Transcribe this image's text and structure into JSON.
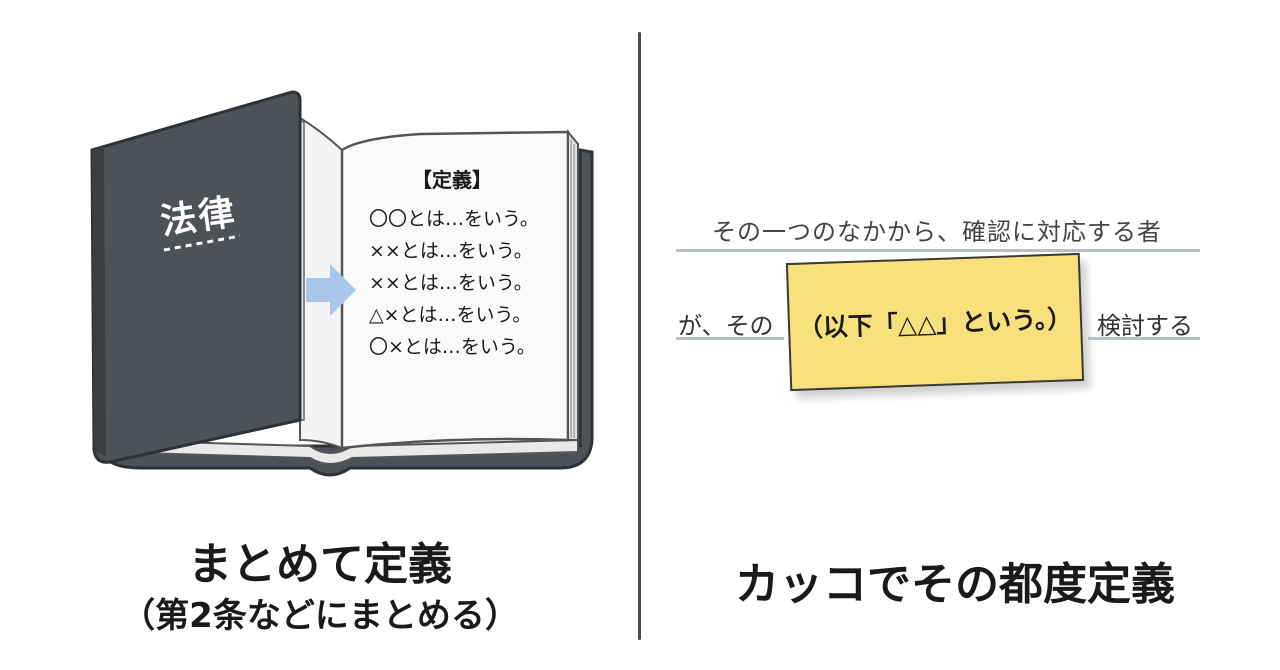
{
  "left": {
    "book_cover_title": "法律",
    "page_heading": "【定義】",
    "definition_lines": [
      "〇〇とは…をいう。",
      "××とは…をいう。",
      "××とは…をいう。",
      "△×とは…をいう。",
      "〇×とは…をいう。"
    ],
    "caption_line1": "まとめて定義",
    "caption_line2": "（第2条などにまとめる）"
  },
  "right": {
    "sentence_top": "その一つのなかから、確認に対応する者",
    "sentence_mid_left": "が、その",
    "sticky_note": "（以下「△△」という。）",
    "sentence_mid_right": "検討する",
    "caption": "カッコでその都度定義"
  },
  "colors": {
    "book_cover": "#4d5258",
    "book_cover_edge": "#2e3236",
    "arrow": "#a9c7ea",
    "sticky_note": "#f8e07a",
    "divider": "#4a4a4a",
    "rule": "#b8bfc6"
  },
  "icons": {
    "arrow": "arrow-right-icon",
    "book": "open-book-icon"
  }
}
